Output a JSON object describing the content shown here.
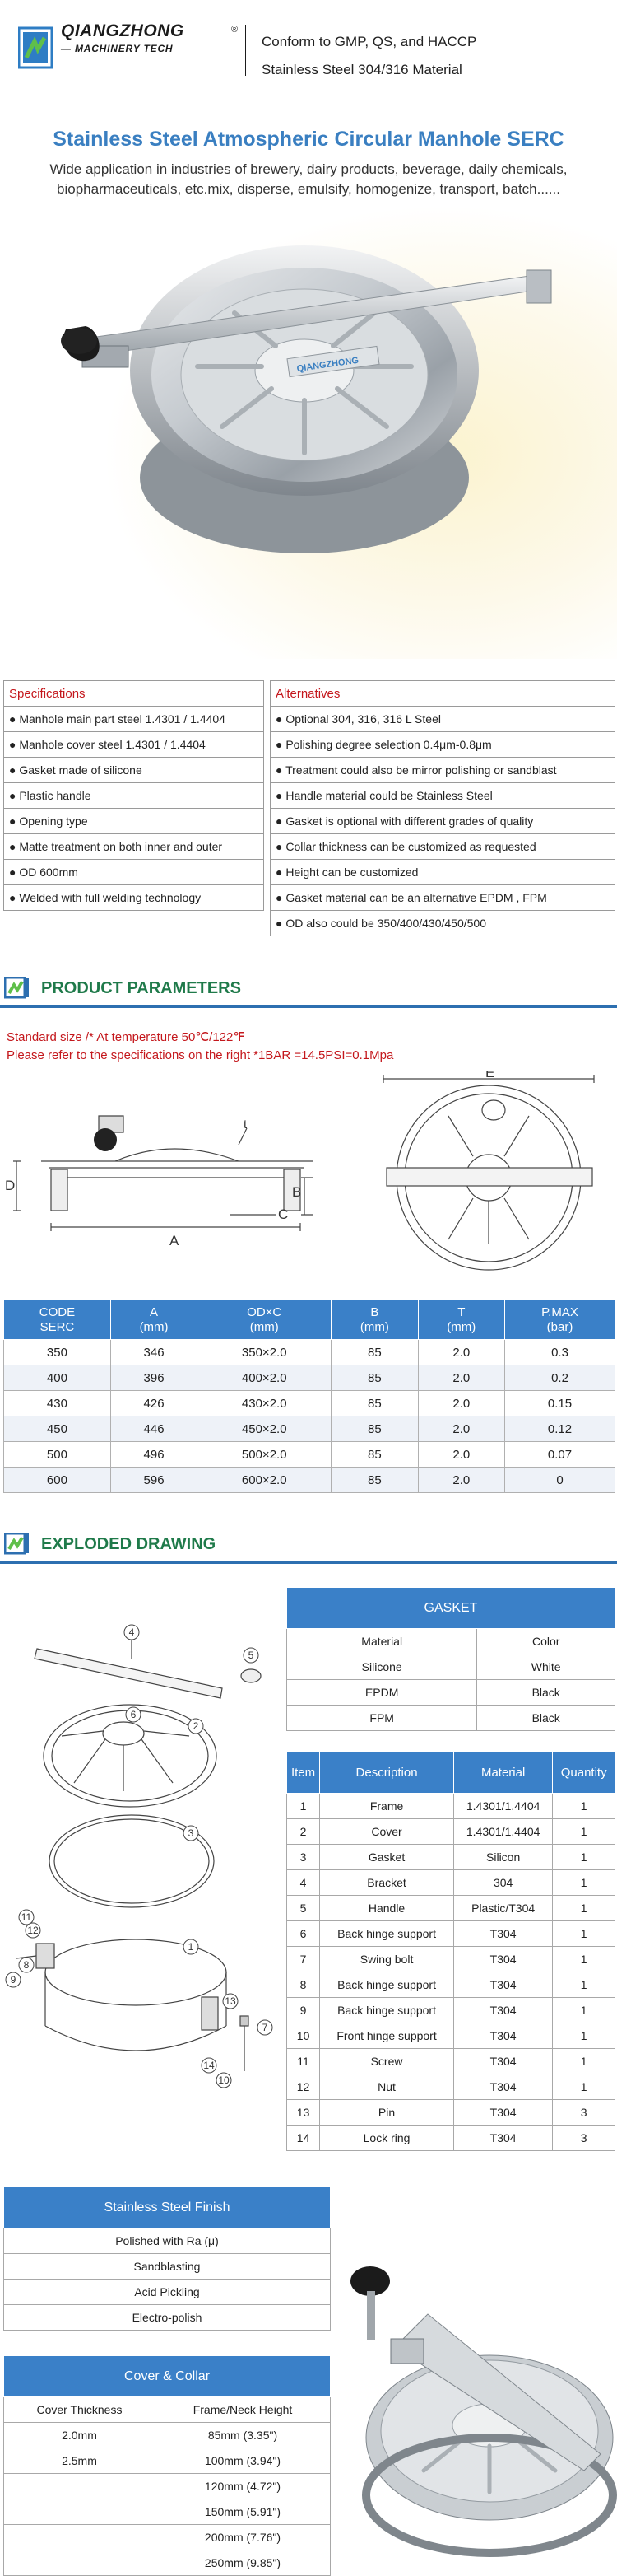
{
  "brand": {
    "name": "QIANGZHONG",
    "subline": "MACHINERY TECH",
    "registered_mark": "®",
    "claim1": "Conform to GMP, QS, and HACCP",
    "claim2": "Stainless Steel 304/316 Material"
  },
  "hero": {
    "title": "Stainless Steel Atmospheric Circular Manhole SERC",
    "desc": "Wide application in industries of brewery, dairy products, beverage, daily chemicals, biopharmaceuticals, etc.mix, disperse, emulsify, homogenize, transport, batch......",
    "badge": "QIANGZHONG"
  },
  "specifications": {
    "heading": "Specifications",
    "items": [
      "● Manhole main part steel 1.4301 / 1.4404",
      "● Manhole cover steel 1.4301 / 1.4404",
      "● Gasket made of silicone",
      "● Plastic handle",
      "● Opening type",
      "● Matte treatment on both inner and outer",
      "● OD 600mm",
      "● Welded with full welding technology"
    ]
  },
  "alternatives": {
    "heading": "Alternatives",
    "items": [
      "● Optional 304, 316, 316 L Steel",
      "● Polishing degree selection 0.4μm-0.8μm",
      "● Treatment could also be mirror polishing or sandblast",
      "● Handle material could be Stainless Steel",
      "● Gasket is optional with different grades of quality",
      "● Collar thickness can be customized as requested",
      "● Height can be customized",
      "● Gasket material can be an alternative EPDM , FPM",
      "● OD also could be 350/400/430/450/500"
    ]
  },
  "params_section": {
    "title": "PRODUCT PARAMETERS",
    "note1": "Standard size /* At temperature 50℃/122℉",
    "note2": "Please refer to the specifications on the right *1BAR =14.5PSI=0.1Mpa",
    "dim_labels": {
      "A": "A",
      "B": "B",
      "C": "C",
      "D": "D",
      "E": "E",
      "T": "t"
    },
    "headers": [
      [
        "CODE",
        "SERC"
      ],
      [
        "A",
        "(mm)"
      ],
      [
        "OD×C",
        "(mm)"
      ],
      [
        "B",
        "(mm)"
      ],
      [
        "T",
        "(mm)"
      ],
      [
        "P.MAX",
        "(bar)"
      ]
    ],
    "rows": [
      [
        "350",
        "346",
        "350×2.0",
        "85",
        "2.0",
        "0.3"
      ],
      [
        "400",
        "396",
        "400×2.0",
        "85",
        "2.0",
        "0.2"
      ],
      [
        "430",
        "426",
        "430×2.0",
        "85",
        "2.0",
        "0.15"
      ],
      [
        "450",
        "446",
        "450×2.0",
        "85",
        "2.0",
        "0.12"
      ],
      [
        "500",
        "496",
        "500×2.0",
        "85",
        "2.0",
        "0.07"
      ],
      [
        "600",
        "596",
        "600×2.0",
        "85",
        "2.0",
        "0"
      ]
    ]
  },
  "exploded_section": {
    "title": "EXPLODED DRAWING",
    "callouts": [
      "1",
      "2",
      "3",
      "4",
      "5",
      "6",
      "7",
      "8",
      "9",
      "10",
      "11",
      "12",
      "13",
      "14"
    ]
  },
  "gasket": {
    "title": "GASKET",
    "headers": [
      "Material",
      "Color"
    ],
    "rows": [
      [
        "Silicone",
        "White"
      ],
      [
        "EPDM",
        "Black"
      ],
      [
        "FPM",
        "Black"
      ]
    ]
  },
  "parts": {
    "headers": [
      "Item",
      "Description",
      "Material",
      "Quantity"
    ],
    "rows": [
      [
        "1",
        "Frame",
        "1.4301/1.4404",
        "1"
      ],
      [
        "2",
        "Cover",
        "1.4301/1.4404",
        "1"
      ],
      [
        "3",
        "Gasket",
        "Silicon",
        "1"
      ],
      [
        "4",
        "Bracket",
        "304",
        "1"
      ],
      [
        "5",
        "Handle",
        "Plastic/T304",
        "1"
      ],
      [
        "6",
        "Back hinge support",
        "T304",
        "1"
      ],
      [
        "7",
        "Swing bolt",
        "T304",
        "1"
      ],
      [
        "8",
        "Back hinge support",
        "T304",
        "1"
      ],
      [
        "9",
        "Back hinge support",
        "T304",
        "1"
      ],
      [
        "10",
        "Front hinge support",
        "T304",
        "1"
      ],
      [
        "11",
        "Screw",
        "T304",
        "1"
      ],
      [
        "12",
        "Nut",
        "T304",
        "1"
      ],
      [
        "13",
        "Pin",
        "T304",
        "3"
      ],
      [
        "14",
        "Lock ring",
        "T304",
        "3"
      ]
    ]
  },
  "finish": {
    "title": "Stainless Steel Finish",
    "rows": [
      "Polished with Ra (μ)",
      "Sandblasting",
      "Acid Pickling",
      "Electro-polish"
    ]
  },
  "cover_collar": {
    "title": "Cover & Collar",
    "headers": [
      "Cover Thickness",
      "Frame/Neck Height"
    ],
    "rows": [
      [
        "2.0mm",
        "85mm (3.35\")"
      ],
      [
        "2.5mm",
        "100mm (3.94\")"
      ],
      [
        "",
        "120mm (4.72\")"
      ],
      [
        "",
        "150mm (5.91\")"
      ],
      [
        "",
        "200mm (7.76\")"
      ],
      [
        "",
        "250mm (9.85\")"
      ]
    ]
  },
  "colors": {
    "title_blue": "#3a7fc1",
    "header_blue": "#3a80c8",
    "section_green": "#1f7a4a",
    "accent_red": "#c4171c"
  }
}
